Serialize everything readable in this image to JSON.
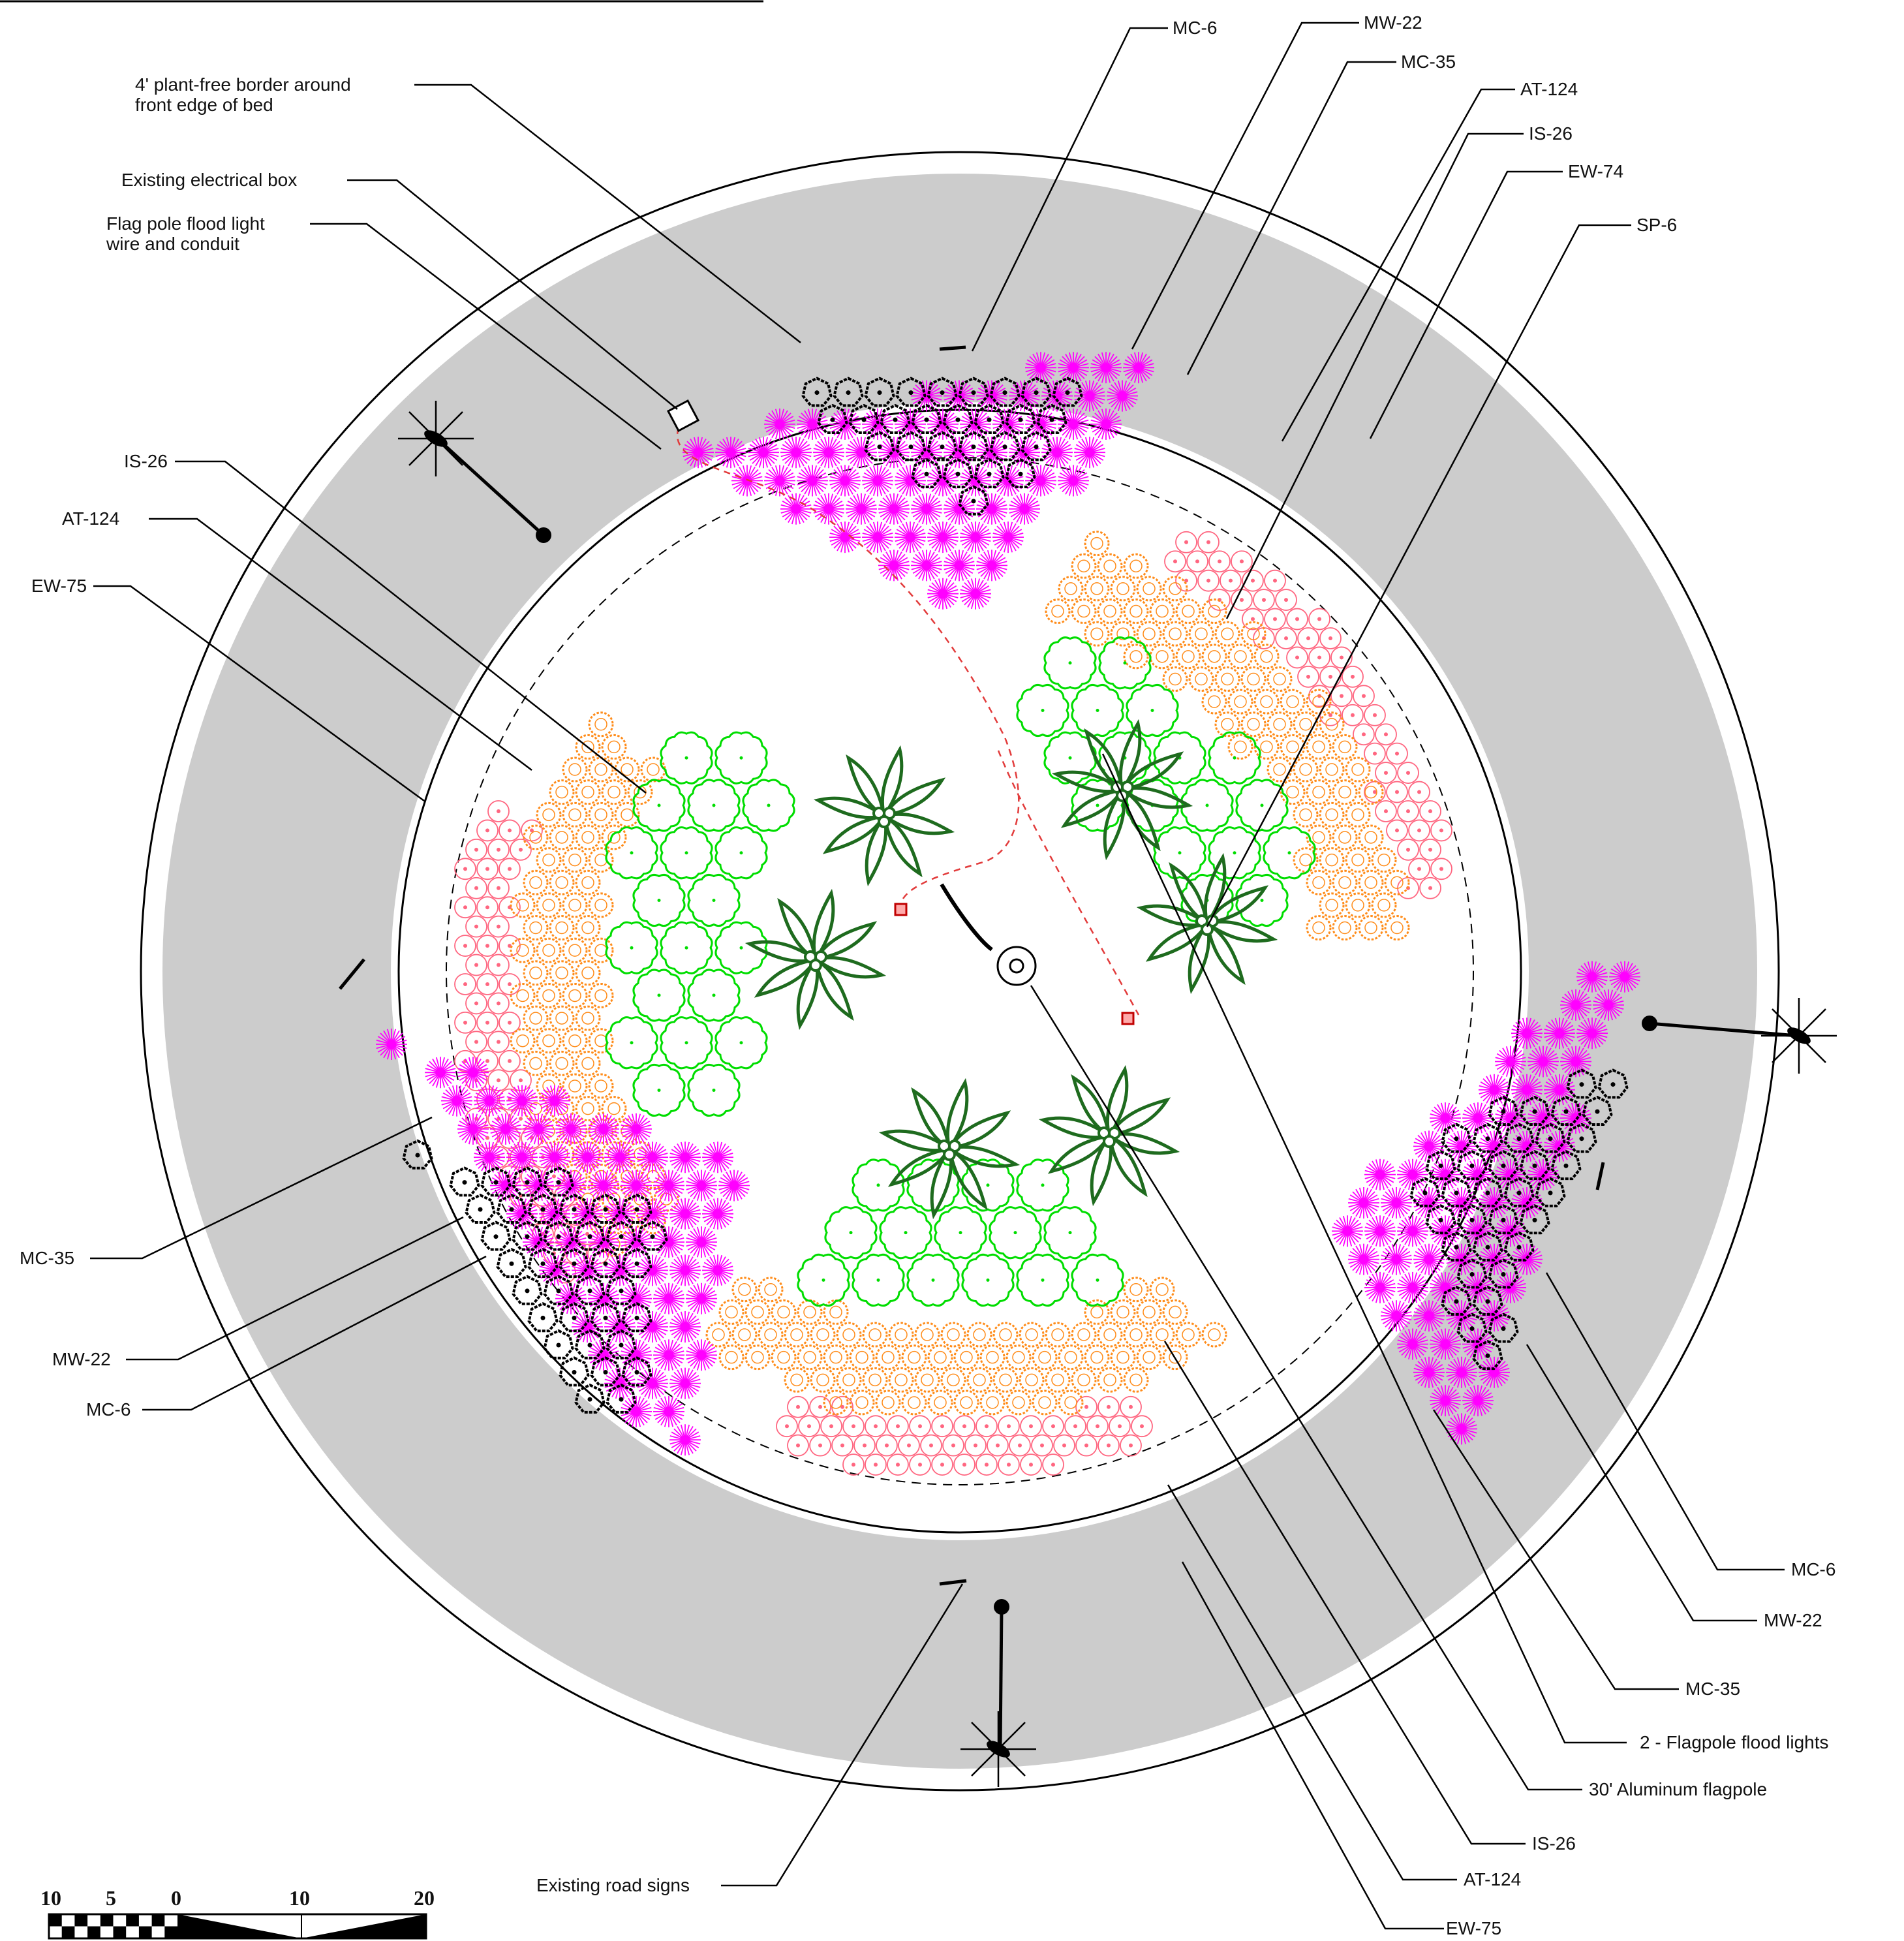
{
  "callouts": {
    "top": [
      {
        "label": "MC-6"
      },
      {
        "label": "MW-22"
      },
      {
        "label": "MC-35"
      },
      {
        "label": "AT-124"
      },
      {
        "label": "IS-26"
      },
      {
        "label": "EW-74"
      },
      {
        "label": "SP-6"
      }
    ],
    "left": [
      {
        "label": "4' plant-free border around",
        "label2": "front edge of bed"
      },
      {
        "label": "Existing electrical box"
      },
      {
        "label": "Flag pole flood light",
        "label2": "wire and conduit"
      },
      {
        "label": "IS-26"
      },
      {
        "label": "AT-124"
      },
      {
        "label": "EW-75"
      },
      {
        "label": "MC-35"
      },
      {
        "label": "MW-22"
      },
      {
        "label": "MC-6"
      }
    ],
    "right": [
      {
        "label": "MC-6"
      },
      {
        "label": "MW-22"
      },
      {
        "label": "MC-35"
      },
      {
        "label": "2 - Flagpole flood lights"
      },
      {
        "label": "30' Aluminum flagpole"
      },
      {
        "label": "IS-26"
      },
      {
        "label": "AT-124"
      },
      {
        "label": "EW-75"
      }
    ],
    "bottom": [
      {
        "label": "Existing road signs"
      }
    ]
  },
  "scale_bar": {
    "labels": [
      "10",
      "5",
      "0",
      "10",
      "20"
    ]
  },
  "plant_colors": {
    "MC": "#ff00ff",
    "MW": "#000000",
    "AT": "#ff8c1a",
    "IS": "#00dd00",
    "EW": "#ff6680",
    "SP": "#1e6b1e",
    "road": "#cccccc"
  }
}
